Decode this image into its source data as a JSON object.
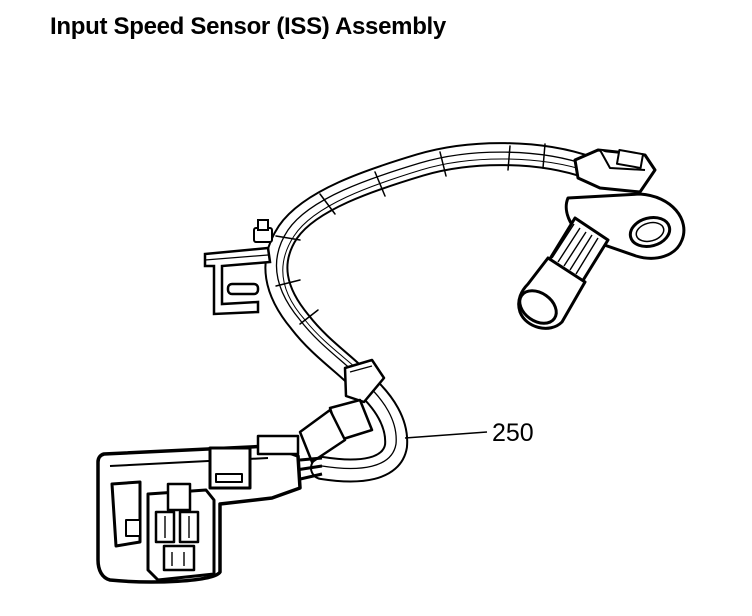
{
  "title": "Input Speed Sensor (ISS) Assembly",
  "callouts": [
    {
      "label": "250"
    }
  ],
  "illustration": {
    "components": [
      "wiring-harness",
      "input-speed-sensor",
      "mounting-bracket",
      "harness-clip",
      "electrical-connector"
    ],
    "line_color": "#000000",
    "background": "#ffffff"
  }
}
